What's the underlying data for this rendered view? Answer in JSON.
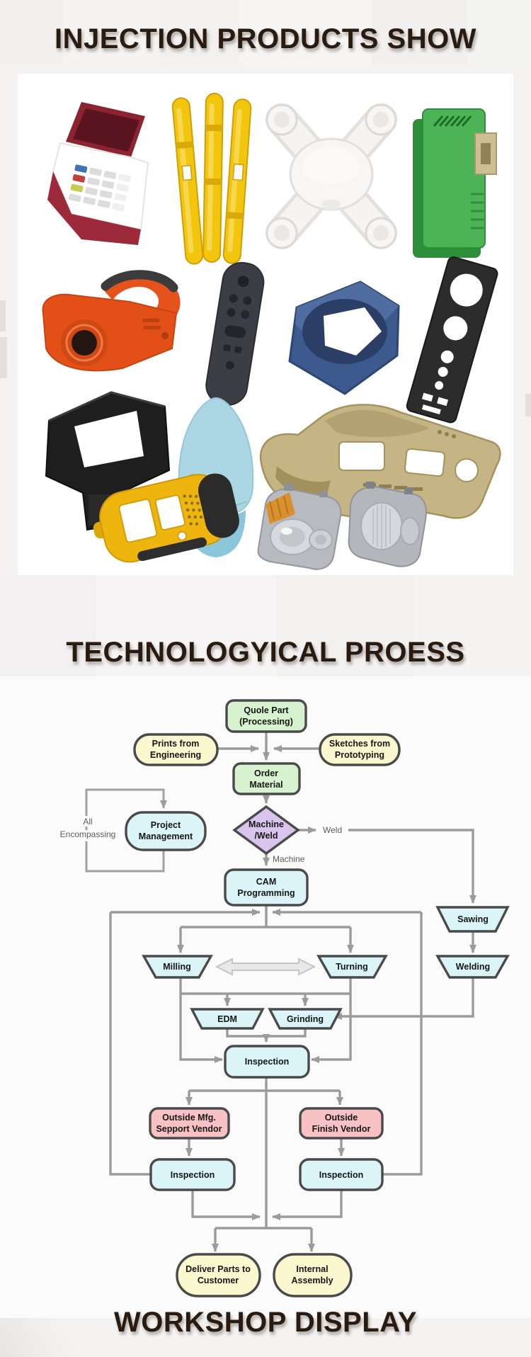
{
  "page": {
    "bg": "#f4f3f2"
  },
  "sections": {
    "products": {
      "title": "INJECTION PRODUCTS SHOW",
      "items": [
        {
          "icon": "pos-terminal-icon",
          "color": "#8c2330"
        },
        {
          "icon": "yellow-tube-parts-icon",
          "color": "#f3c60e"
        },
        {
          "icon": "drone-shell-icon",
          "color": "#f5f4f2"
        },
        {
          "icon": "din-rail-enclosure-icon",
          "color": "#4cb457"
        },
        {
          "icon": "power-tool-housing-icon",
          "color": "#e6521b"
        },
        {
          "icon": "remote-control-shell-icon",
          "color": "#3b3e45"
        },
        {
          "icon": "blue-housing-part-icon",
          "color": "#3c5a8e"
        },
        {
          "icon": "black-panel-bracket-icon",
          "color": "#2c2c2c"
        },
        {
          "icon": "black-bracket-enclosure-icon",
          "color": "#1e1e1e"
        },
        {
          "icon": "blue-dome-housing-icon",
          "color": "#abd7e5"
        },
        {
          "icon": "car-dashboard-panel-icon",
          "color": "#c6b584"
        },
        {
          "icon": "handheld-device-shell-icon",
          "color": "#efb50f"
        },
        {
          "icon": "headlight-left-icon",
          "color": "#b7babe"
        },
        {
          "icon": "headlight-right-icon",
          "color": "#b3b6ba"
        }
      ]
    },
    "process": {
      "title": "TECHNOLOGYICAL PROESS"
    },
    "workshop": {
      "title": "WORKSHOP DISPLAY"
    }
  },
  "flowchart": {
    "colors": {
      "green": "#d6f2ce",
      "yellow": "#fbf8d0",
      "cyan": "#daf4f8",
      "purple": "#d8c4ec",
      "pink": "#f8c2c4",
      "border": "#4a4a4a",
      "line": "#9b9b9b"
    },
    "nodes": {
      "quole": {
        "l1": "Quole Part",
        "l2": "(Processing)"
      },
      "prints": {
        "l1": "Prints from",
        "l2": "Engineering"
      },
      "sketches": {
        "l1": "Sketches from",
        "l2": "Prototyping"
      },
      "order": {
        "l1": "Order",
        "l2": "Material"
      },
      "project": {
        "l1": "Project",
        "l2": "Management"
      },
      "machine_weld": {
        "l1": "Machine",
        "l2": "/Weld"
      },
      "cam": {
        "l1": "CAM",
        "l2": "Programming"
      },
      "sawing": {
        "l1": "Sawing"
      },
      "milling": {
        "l1": "Milling"
      },
      "turning": {
        "l1": "Turning"
      },
      "welding": {
        "l1": "Welding"
      },
      "edm": {
        "l1": "EDM"
      },
      "grinding": {
        "l1": "Grinding"
      },
      "inspection_center": {
        "l1": "Inspection"
      },
      "outside_mfg": {
        "l1": "Outside Mfg.",
        "l2": "Sepport Vendor"
      },
      "outside_finish": {
        "l1": "Outside",
        "l2": "Finish Vendor"
      },
      "inspection_left": {
        "l1": "Inspection"
      },
      "inspection_right": {
        "l1": "Inspection"
      },
      "deliver": {
        "l1": "Deliver Parts to",
        "l2": "Customer"
      },
      "internal": {
        "l1": "Internal",
        "l2": "Assembly"
      }
    },
    "labels": {
      "weld": "Weld",
      "machine": "Machine",
      "all_1": "All",
      "all_2": "Encompassing"
    }
  }
}
